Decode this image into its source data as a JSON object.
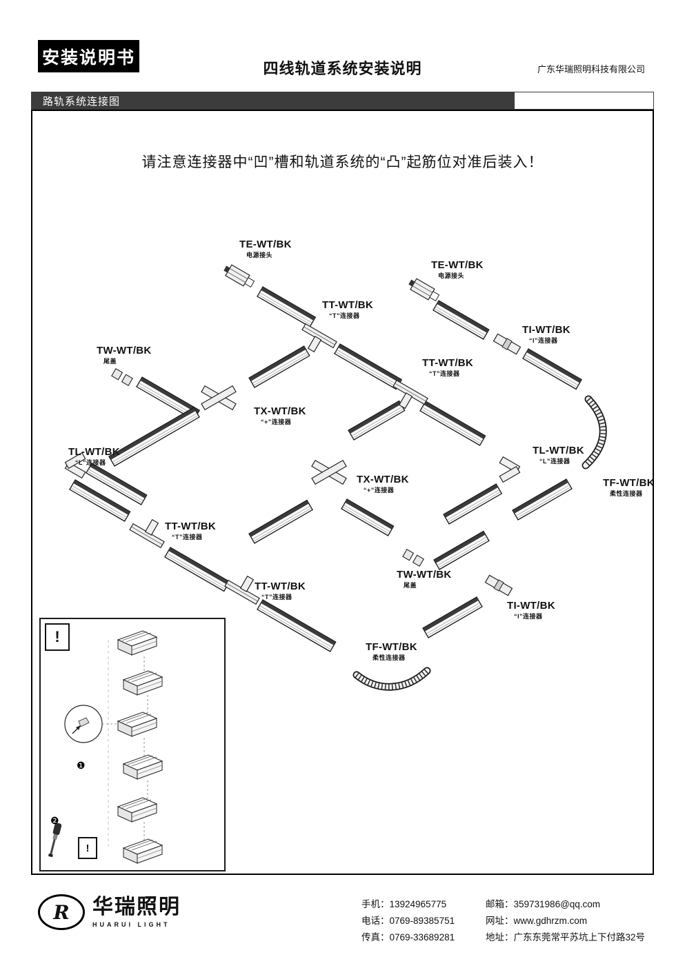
{
  "header": {
    "badge": "安装说明书",
    "title": "四线轨道系统安装说明",
    "company": "广东华瑞照明科技有限公司"
  },
  "section": {
    "label": "路轨系统连接图"
  },
  "diagram": {
    "notice": "请注意连接器中“凹”槽和轨道系统的“凸”起筋位对准后装入！",
    "labels": [
      {
        "model": "TE-WT/BK",
        "desc": "电源接头"
      },
      {
        "model": "TE-WT/BK",
        "desc": "电源接头"
      },
      {
        "model": "TT-WT/BK",
        "desc": "“T”连接器"
      },
      {
        "model": "TI-WT/BK",
        "desc": "“I”连接器"
      },
      {
        "model": "TW-WT/BK",
        "desc": "尾盖"
      },
      {
        "model": "TT-WT/BK",
        "desc": "“T”连接器"
      },
      {
        "model": "TX-WT/BK",
        "desc": "“+”连接器"
      },
      {
        "model": "TL-WT/BK",
        "desc": "“L”连接器"
      },
      {
        "model": "TX-WT/BK",
        "desc": "“+”连接器"
      },
      {
        "model": "TL-WT/BK",
        "desc": "“L”连接器"
      },
      {
        "model": "TF-WT/BK",
        "desc": "柔性连接器"
      },
      {
        "model": "TT-WT/BK",
        "desc": "“T”连接器"
      },
      {
        "model": "TW-WT/BK",
        "desc": "尾盖"
      },
      {
        "model": "TT-WT/BK",
        "desc": "“T”连接器"
      },
      {
        "model": "TI-WT/BK",
        "desc": "“I”连接器"
      },
      {
        "model": "TF-WT/BK",
        "desc": "柔性连接器"
      }
    ],
    "inset": {
      "alert_top": "!",
      "alert_bottom": "!",
      "step1": "❶",
      "step2": "❷"
    }
  },
  "footer": {
    "logo": {
      "monogram": "R",
      "name": "华瑞照明",
      "name_en": "HUARUI LIGHT"
    },
    "contacts_left": [
      {
        "label": "手机：",
        "value": "13924965775"
      },
      {
        "label": "电话：",
        "value": "0769-89385751"
      },
      {
        "label": "传真：",
        "value": "0769-33689281"
      }
    ],
    "contacts_right": [
      {
        "label": "邮箱：",
        "value": "359731986@qq.com"
      },
      {
        "label": "网址：",
        "value": "www.gdhrzm.com"
      },
      {
        "label": "地址：",
        "value": "广东东莞常平苏坑上下付路32号"
      }
    ]
  }
}
